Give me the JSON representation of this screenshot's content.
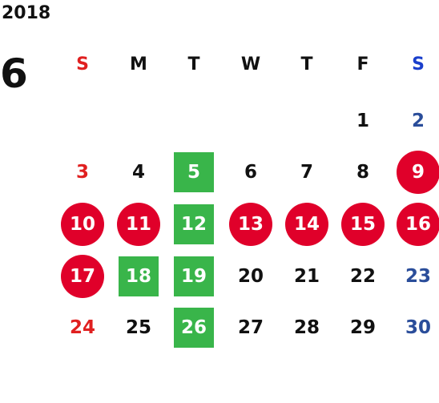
{
  "calendar": {
    "year": "2018",
    "month": "6",
    "weekdays": [
      "S",
      "M",
      "T",
      "W",
      "T",
      "F",
      "S"
    ],
    "colors": {
      "sunday": "#e02020",
      "saturday": "#1a3fcc",
      "saturday_date": "#2a4d9a",
      "weekday": "#111111",
      "marked_circle": "#e0002a",
      "marked_square": "#39b54a"
    },
    "weeks": [
      [
        null,
        null,
        null,
        null,
        null,
        {
          "day": "1"
        },
        {
          "day": "2"
        }
      ],
      [
        {
          "day": "3"
        },
        {
          "day": "4"
        },
        {
          "day": "5",
          "mark": "square"
        },
        {
          "day": "6"
        },
        {
          "day": "7"
        },
        {
          "day": "8"
        },
        {
          "day": "9",
          "mark": "circle"
        }
      ],
      [
        {
          "day": "10",
          "mark": "circle"
        },
        {
          "day": "11",
          "mark": "circle"
        },
        {
          "day": "12",
          "mark": "square"
        },
        {
          "day": "13",
          "mark": "circle"
        },
        {
          "day": "14",
          "mark": "circle"
        },
        {
          "day": "15",
          "mark": "circle"
        },
        {
          "day": "16",
          "mark": "circle"
        }
      ],
      [
        {
          "day": "17",
          "mark": "circle"
        },
        {
          "day": "18",
          "mark": "square"
        },
        {
          "day": "19",
          "mark": "square"
        },
        {
          "day": "20"
        },
        {
          "day": "21"
        },
        {
          "day": "22"
        },
        {
          "day": "23"
        }
      ],
      [
        {
          "day": "24"
        },
        {
          "day": "25"
        },
        {
          "day": "26",
          "mark": "square"
        },
        {
          "day": "27"
        },
        {
          "day": "28"
        },
        {
          "day": "29"
        },
        {
          "day": "30"
        }
      ]
    ]
  }
}
